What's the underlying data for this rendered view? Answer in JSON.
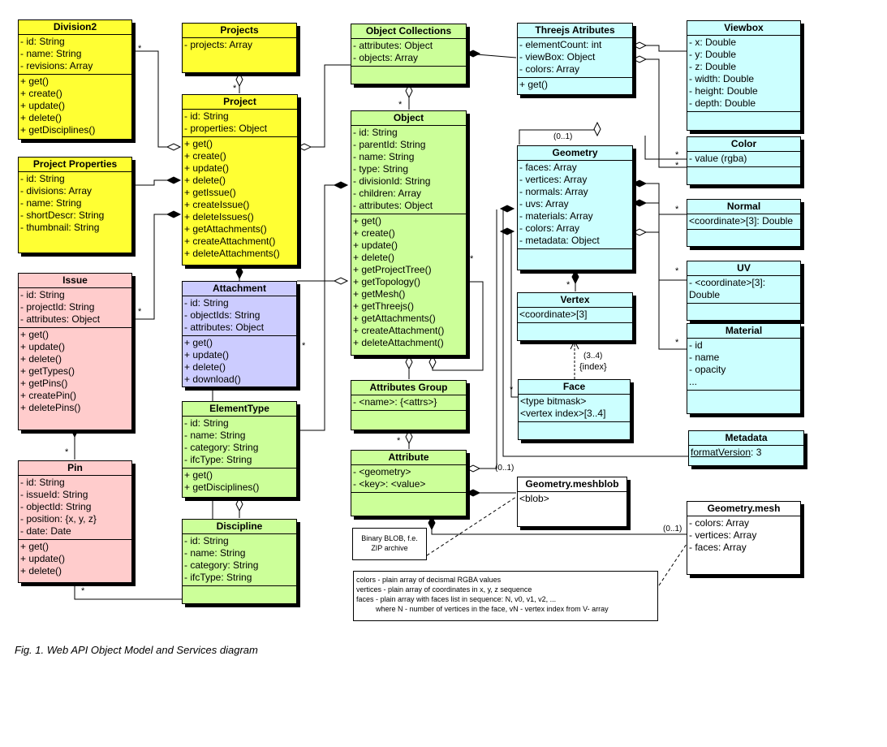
{
  "caption": "Fig. 1. Web API Object Model and Services diagram",
  "colors": {
    "yellow": "#ffff33",
    "pink": "#ffcccc",
    "green": "#ccff99",
    "blue": "#ccccff",
    "cyan": "#ccffff"
  },
  "classes": {
    "division2": {
      "title": "Division2",
      "attrs": [
        "- id: String",
        "- name: String",
        "- revisions: Array"
      ],
      "ops": [
        "+ get()",
        "+ create()",
        "+ update()",
        "+ delete()",
        "+ getDisciplines()"
      ]
    },
    "project_properties": {
      "title": "Project Properties",
      "attrs": [
        "- id: String",
        "- divisions: Array",
        "- name: String",
        "- shortDescr: String",
        "- thumbnail: String"
      ]
    },
    "issue": {
      "title": "Issue",
      "attrs": [
        "- id: String",
        "- projectId: String",
        "- attributes: Object"
      ],
      "ops": [
        "+ get()",
        "+ update()",
        "+ delete()",
        "+ getTypes()",
        "+ getPins()",
        "+ createPin()",
        "+ deletePins()"
      ]
    },
    "pin": {
      "title": "Pin",
      "attrs": [
        "- id: String",
        "- issueId: String",
        "- objectId: String",
        "- position: {x, y, z}",
        "- date: Date"
      ],
      "ops": [
        "+ get()",
        "+ update()",
        "+ delete()"
      ]
    },
    "projects": {
      "title": "Projects",
      "attrs": [
        "- projects: Array"
      ]
    },
    "project": {
      "title": "Project",
      "attrs": [
        "- id: String",
        "- properties: Object"
      ],
      "ops": [
        "+ get()",
        "+ create()",
        "+ update()",
        "+ delete()",
        "+ getIssue()",
        "+ createIssue()",
        "+ deleteIssues()",
        "+ getAttachments()",
        "+ createAttachment()",
        "+ deleteAttachments()"
      ]
    },
    "attachment": {
      "title": "Attachment",
      "attrs": [
        "- id: String",
        "- objectIds: String",
        "- attributes: Object"
      ],
      "ops": [
        "+ get()",
        "+ update()",
        "+ delete()",
        "+ download()"
      ]
    },
    "element_type": {
      "title": "ElementType",
      "attrs": [
        "- id: String",
        "- name: String",
        "- category: String",
        "- ifcType: String"
      ],
      "ops": [
        "+ get()",
        "+ getDisciplines()"
      ]
    },
    "discipline": {
      "title": "Discipline",
      "attrs": [
        "- id: String",
        "- name: String",
        "- category: String",
        "- ifcType: String"
      ]
    },
    "object_collections": {
      "title": "Object Collections",
      "attrs": [
        "- attributes: Object",
        "- objects: Array"
      ]
    },
    "object": {
      "title": "Object",
      "attrs": [
        "- id: String",
        "- parentId: String",
        "- name: String",
        "- type: String",
        "- divisionId: String",
        "- children: Array",
        "- attributes: Object"
      ],
      "ops": [
        "+ get()",
        "+ create()",
        "+ update()",
        "+ delete()",
        "+ getProjectTree()",
        "+ getTopology()",
        "+ getMesh()",
        "+ getThreejs()",
        "+ getAttachments()",
        "+ createAttachment()",
        "+ deleteAttachment()"
      ]
    },
    "attributes_group": {
      "title": "Attributes Group",
      "attrs": [
        "- <name>: {<attrs>}"
      ]
    },
    "attribute": {
      "title": "Attribute",
      "attrs": [
        "- <geometry>",
        "- <key>: <value>"
      ]
    },
    "threejs_attributes": {
      "title": "Threejs Atributes",
      "attrs": [
        "- elementCount: int",
        "- viewBox: Object",
        "- colors: Array"
      ],
      "ops": [
        "+ get()"
      ]
    },
    "viewbox": {
      "title": "Viewbox",
      "attrs": [
        "- x: Double",
        "- y: Double",
        "- z: Double",
        "- width: Double",
        "- height: Double",
        "- depth: Double"
      ]
    },
    "color": {
      "title": "Color",
      "attrs": [
        "- value (rgba)"
      ]
    },
    "geometry": {
      "title": "Geometry",
      "attrs": [
        "- faces: Array",
        "- vertices: Array",
        "- normals: Array",
        "- uvs: Array",
        "- materials: Array",
        "- colors: Array",
        "- metadata: Object"
      ]
    },
    "normal": {
      "title": "Normal",
      "attrs": [
        "<coordinate>[3]: Double"
      ]
    },
    "uv": {
      "title": "UV",
      "attrs": [
        "- <coordinate>[3]: Double"
      ]
    },
    "material": {
      "title": "Material",
      "attrs": [
        "- id",
        "- name",
        "- opacity",
        "..."
      ]
    },
    "vertex": {
      "title": "Vertex",
      "attrs": [
        "<coordinate>[3]"
      ]
    },
    "face": {
      "title": "Face",
      "attrs": [
        "<type bitmask>",
        "<vertex index>[3..4]"
      ]
    },
    "metadata": {
      "title": "Metadata",
      "attr_name": "formatVersion",
      "attr_value": ": 3"
    },
    "geometry_meshblob": {
      "title": "Geometry.meshblob",
      "attrs": [
        "<blob>"
      ]
    },
    "geometry_mesh": {
      "title": "Geometry.mesh",
      "attrs": [
        "- colors: Array",
        "- vertices: Array",
        "- faces: Array"
      ]
    }
  },
  "notes": {
    "blob": [
      "Binary BLOB, f.e.",
      "ZIP archive"
    ],
    "mesh": [
      "colors - plain array of decismal RGBA values",
      "vertices - plain array of coordinates in x, y, z sequence",
      "faces - plain array with faces list in sequence: N, v0, v1, v2, ...",
      "where N - number of vertices in the face, vN - vertex index from V- array"
    ]
  },
  "labels": {
    "star": "*",
    "zero_one": "(0..1)",
    "three_four": "(3..4)",
    "index": "{index}"
  }
}
